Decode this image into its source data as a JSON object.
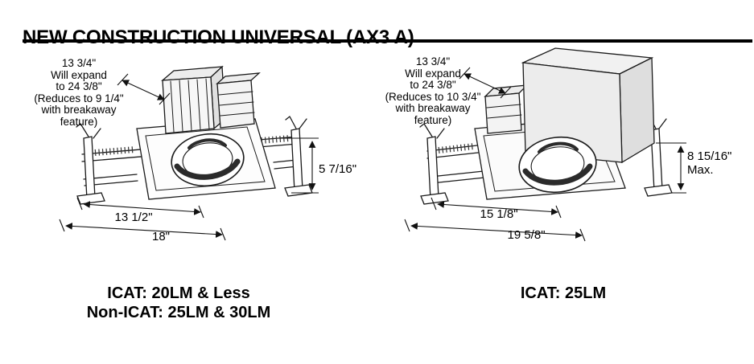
{
  "title": "NEW CONSTRUCTION UNIVERSAL (AX3 A)",
  "left_unit": {
    "expand_note": "13 3/4\"\nWill expand\nto 24 3/8\"\n(Reduces to 9 1/4\"\nwith breakaway\nfeature)",
    "height_dim": "5 7/16\"",
    "width_dim_inner": "13 1/2\"",
    "width_dim_outer": "18\"",
    "caption": "ICAT: 20LM & Less\nNon-ICAT: 25LM & 30LM"
  },
  "right_unit": {
    "expand_note": "13 3/4\"\nWill expand\nto 24 3/8\"\n(Reduces to 10 3/4\"\nwith breakaway\nfeature)",
    "height_dim": "8 15/16\"\nMax.",
    "width_dim_inner": "15 1/8\"",
    "width_dim_outer": "19 5/8\"",
    "caption": "ICAT: 25LM"
  }
}
